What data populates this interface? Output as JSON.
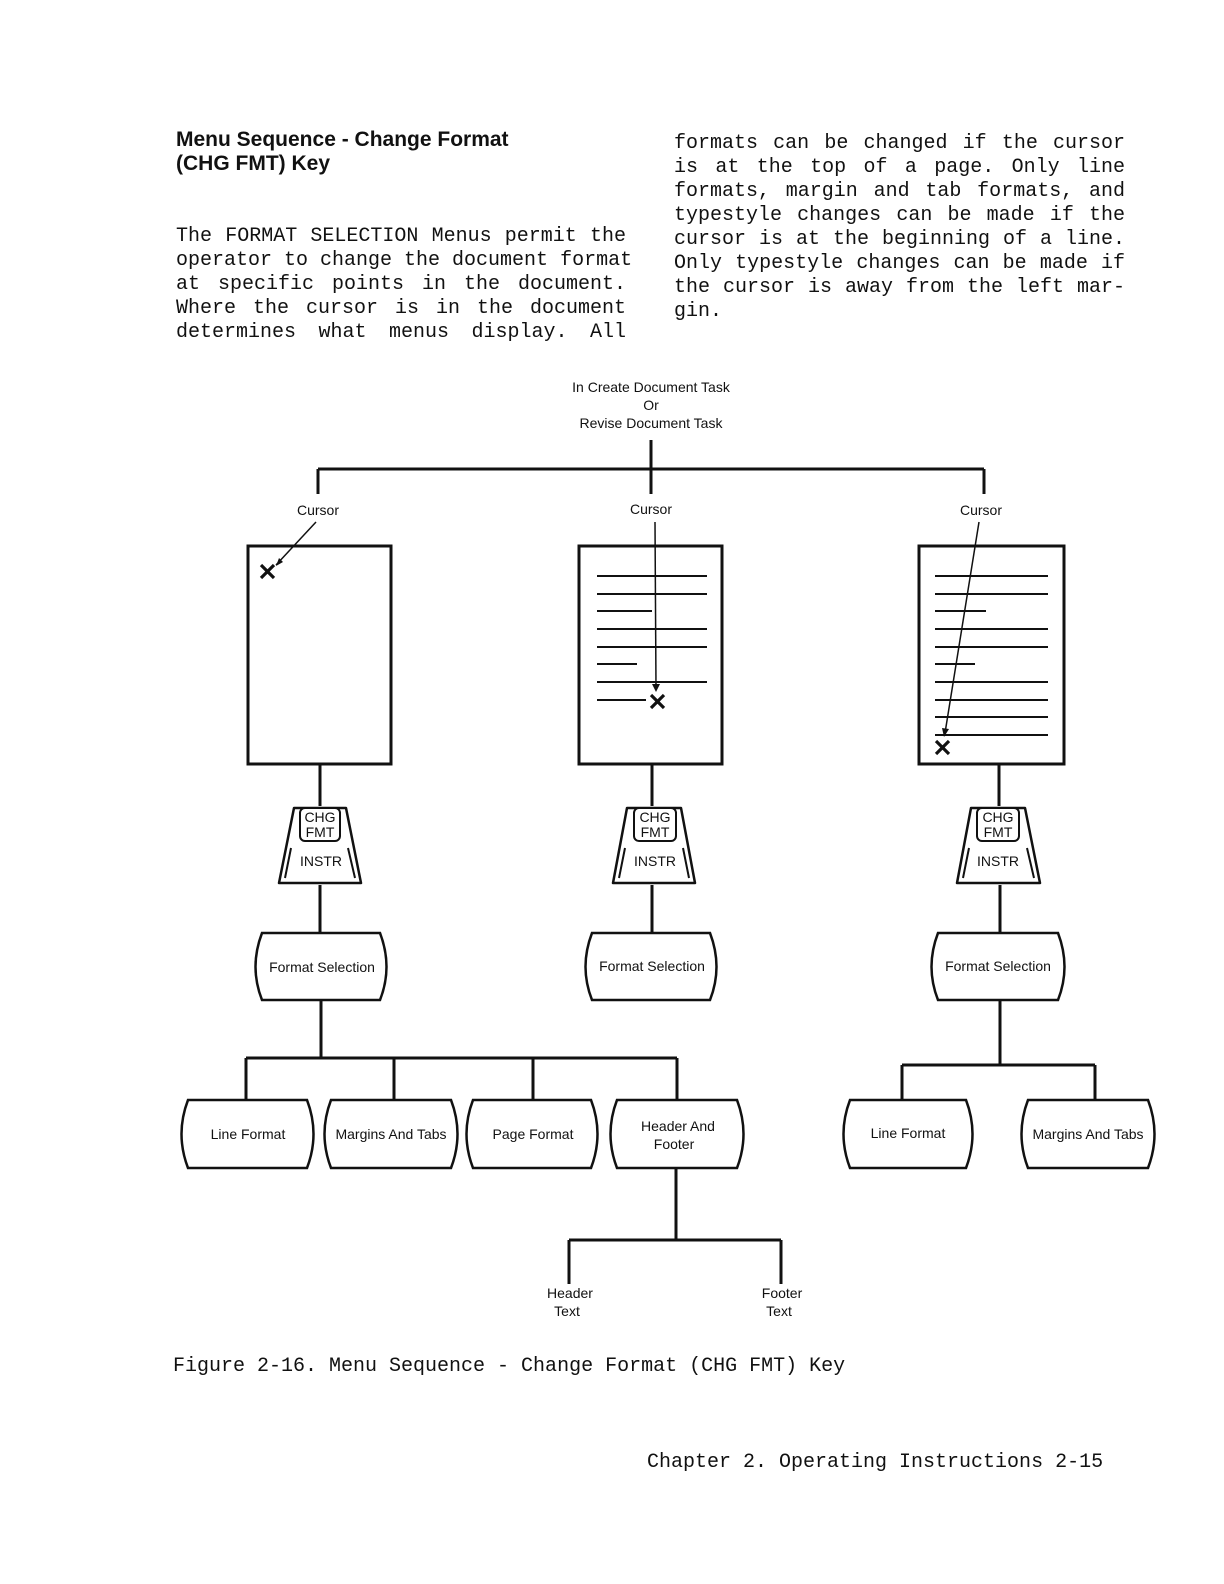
{
  "section": {
    "title_line1": "Menu Sequence - Change Format",
    "title_line2": "(CHG FMT) Key"
  },
  "body": {
    "left_lines": [
      "The FORMAT SELECTION Menus permit the",
      "operator to change the document format",
      "at specific points in the document.",
      "Where the cursor is in the document",
      "determines what menus display.   All"
    ],
    "right_lines": [
      "formats can be changed if the cursor",
      "is at the top of a page.  Only line",
      "formats, margin and tab formats, and",
      "typestyle changes can be made if the",
      "cursor is at the beginning of a line.",
      "Only typestyle changes can be made if",
      "the cursor is away from the left mar-",
      "gin."
    ]
  },
  "diagram": {
    "start_line1": "In Create Document Task",
    "start_line2": "Or",
    "start_line3": "Revise Document Task",
    "cursor_label": "Cursor",
    "key_top_line1": "CHG",
    "key_top_line2": "FMT",
    "key_bottom": "INSTR",
    "format_selection": "Format Selection",
    "line_format": "Line Format",
    "margins_and_tabs": "Margins And Tabs",
    "page_format": "Page Format",
    "header_footer_line1": "Header And",
    "header_footer_line2": "Footer",
    "header_text_line1": "Header",
    "header_text_line2": "Text",
    "footer_text_line1": "Footer",
    "footer_text_line2": "Text"
  },
  "caption": "Figure  2-16. Menu Sequence - Change Format (CHG FMT) Key",
  "footer": "Chapter 2.  Operating Instructions  2-15"
}
